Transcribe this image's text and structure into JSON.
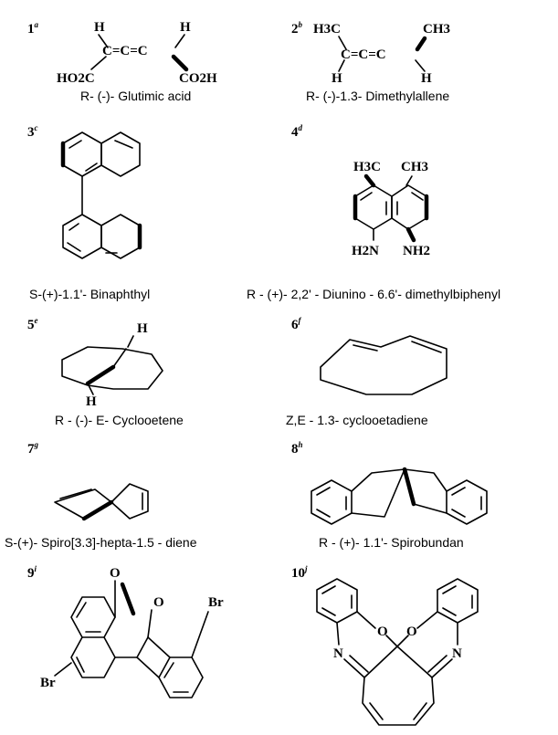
{
  "figure": {
    "compounds": [
      {
        "number": "1",
        "note": "a",
        "caption": "R- (-)- Glutimic acid",
        "atoms": {
          "h1": "H",
          "h2": "H",
          "left": "HO2C",
          "right": "CO2H"
        }
      },
      {
        "number": "2",
        "note": "b",
        "caption": "R- (-)-1.3- Dimethylallene",
        "atoms": {
          "me1": "H3C",
          "me2": "CH3",
          "h1": "H",
          "h2": "H"
        }
      },
      {
        "number": "3",
        "note": "c",
        "caption": "S-(+)-1.1'- Binaphthyl",
        "atoms": {}
      },
      {
        "number": "4",
        "note": "d",
        "caption": "R - (+)- 2,2' - Diunino - 6.6'- dimethylbiphenyl",
        "atoms": {
          "me1": "H3C",
          "me2": "CH3",
          "n1": "H2N",
          "n2": "NH2"
        }
      },
      {
        "number": "5",
        "note": "e",
        "caption": "R - (-)- E- Cyclooetene",
        "atoms": {
          "h1": "H",
          "h2": "H"
        }
      },
      {
        "number": "6",
        "note": "f",
        "caption": "Z,E - 1.3- cyclooetadiene",
        "atoms": {}
      },
      {
        "number": "7",
        "note": "g",
        "caption": "S-(+)- Spiro[3.3]-hepta-1.5 - diene",
        "atoms": {}
      },
      {
        "number": "8",
        "note": "h",
        "caption": "R - (+)- 1.1'- Spirobundan",
        "atoms": {}
      },
      {
        "number": "9",
        "note": "i",
        "caption": "",
        "atoms": {
          "o1": "O",
          "o2": "O",
          "br1": "Br",
          "br2": "Br"
        }
      },
      {
        "number": "10",
        "note": "j",
        "caption": "",
        "atoms": {
          "o1": "O",
          "o2": "O",
          "n1": "N",
          "n2": "N"
        }
      }
    ]
  }
}
